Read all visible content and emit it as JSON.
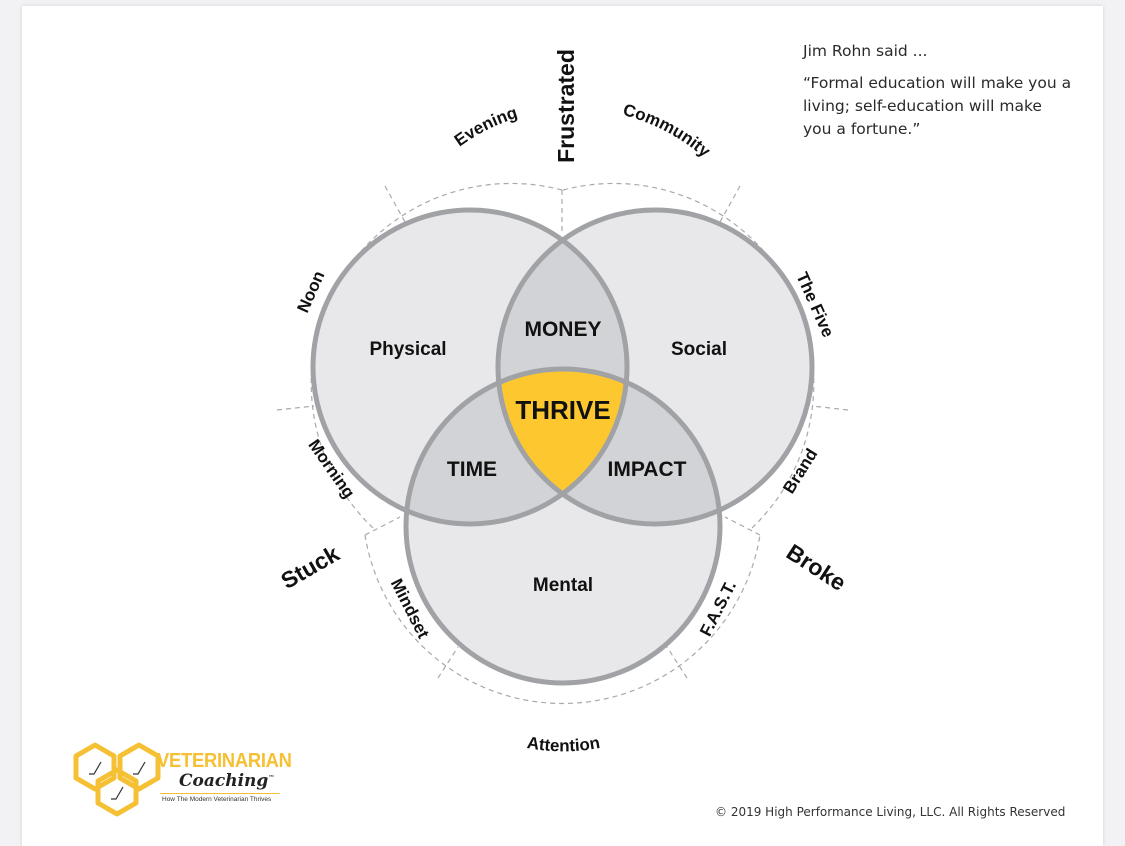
{
  "quote": {
    "attribution": "Jim Rohn said ...",
    "text": "“Formal education will make you a living; self-education will make you a fortune.”"
  },
  "copyright": "© 2019 High Performance Living, LLC. All Rights Reserved",
  "diagram": {
    "center": "THRIVE",
    "circles": {
      "physical": "Physical",
      "social": "Social",
      "mental": "Mental"
    },
    "overlaps": {
      "money": "MONEY",
      "time": "TIME",
      "impact": "IMPACT"
    },
    "ring_labels": {
      "evening": "Evening",
      "community": "Community",
      "noon": "Noon",
      "the_five": "The Five",
      "morning": "Morning",
      "brand": "Brand",
      "mindset": "Mindset",
      "fast": "F.A.S.T.",
      "attention": "Attention"
    },
    "states": {
      "frustrated": "Frustrated",
      "stuck": "Stuck",
      "broke": "Broke"
    },
    "colors": {
      "circle_fill": "#e8e8ea",
      "overlap_fill": "#d2d3d7",
      "center_fill": "#fdc82f",
      "outline": "#a0a2a6",
      "dashed": "#a9a9a9"
    }
  },
  "logo": {
    "title": "VETERINARIAN",
    "subtitle": "Coaching",
    "trademark": "™",
    "tagline": "How The Modern Veterinarian Thrives"
  }
}
